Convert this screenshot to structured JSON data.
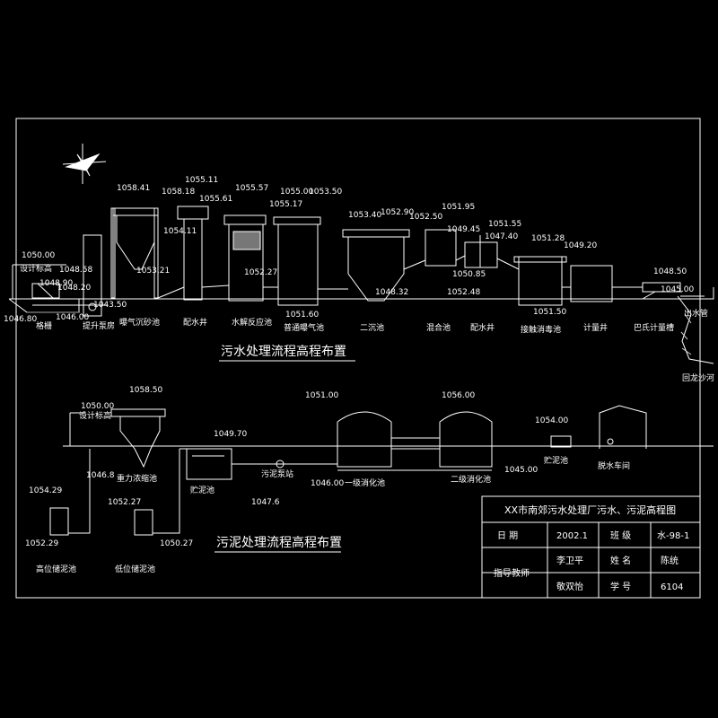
{
  "diagram": {
    "sewage_title": "污水处理流程高程布置",
    "sludge_title": "污泥处理流程高程布置",
    "sewage_units": {
      "grille": "格栅",
      "lift_pump": "提升泵房",
      "aerated_grit": "曝气沉砂池",
      "distribution_well": "配水井",
      "hydrolysis": "水解反应池",
      "aeration_tank": "普通曝气池",
      "secondary_clarifier": "二沉池",
      "mixing_tank": "混合池",
      "distribution_well2": "配水井",
      "contact_tank": "接触消毒池",
      "metering_well": "计量井",
      "parshall": "巴氏计量槽",
      "outfall": "出水管",
      "receiving_river": "回龙沙河",
      "design_ground": "设计标高"
    },
    "sewage_elevations": {
      "e1": "1050.00",
      "e2": "1048.58",
      "e3": "1048.90",
      "e4": "1048.20",
      "e5": "1046.80",
      "e6": "1046.00",
      "e7": "1043.50",
      "e8": "1058.41",
      "e9": "1053.21",
      "e10": "1058.18",
      "e11": "1055.11",
      "e12": "1055.61",
      "e13": "1054.11",
      "e14": "1055.57",
      "e15": "1055.00",
      "e16": "1055.17",
      "e17": "1052.27",
      "e18": "1053.50",
      "e19": "1051.60",
      "e20": "1053.40",
      "e21": "1048.32",
      "e22": "1052.90",
      "e23": "1052.50",
      "e24": "1051.95",
      "e25": "1050.85",
      "e26": "1049.45",
      "e27": "1052.48",
      "e28": "1051.55",
      "e29": "1047.40",
      "e30": "1051.50",
      "e31": "1051.28",
      "e32": "1049.20",
      "e33": "1048.50",
      "e34": "1045.00"
    },
    "sludge_units": {
      "design_ground": "设计标高",
      "gravity_thickener": "重力浓缩池",
      "storage_tank": "贮泥池",
      "sludge_pump": "污泥泵站",
      "primary_digester": "一级消化池",
      "secondary_digester": "二级消化池",
      "sludge_pool": "贮泥池",
      "dewatering_room": "脱水车间",
      "high_tank": "高位储泥池",
      "low_tank": "低位储泥池"
    },
    "sludge_elevations": {
      "s1": "1050.00",
      "s2": "1058.50",
      "s3": "1046.8",
      "s4": "1049.70",
      "s5": "1047.6",
      "s6": "1051.00",
      "s7": "1056.00",
      "s8": "1046.00",
      "s9": "1045.00",
      "s10": "1054.00",
      "s11": "1054.29",
      "s12": "1052.29",
      "s13": "1052.27",
      "s14": "1050.27"
    }
  },
  "title_block": {
    "project_title": "XX市南郊污水处理厂污水、污泥高程图",
    "date_label": "日 期",
    "date_value": "2002.1",
    "class_label": "班 级",
    "class_value": "水-98-1",
    "advisor_label": "指导教师",
    "advisor_1": "李卫平",
    "advisor_2": "敬双怡",
    "name_label": "姓 名",
    "name_value": "陈统",
    "id_label": "学 号",
    "id_value": "6104"
  }
}
